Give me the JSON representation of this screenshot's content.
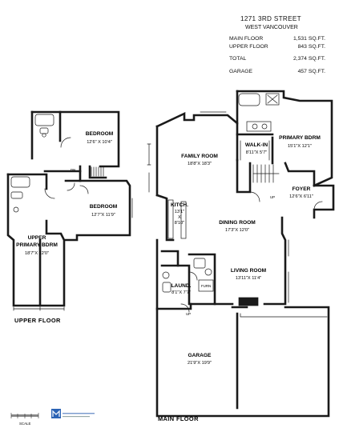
{
  "header": {
    "address": "1271 3RD STREET",
    "city": "WEST VANCOUVER",
    "stats": [
      {
        "label": "MAIN FLOOR",
        "value": "1,531 SQ.FT."
      },
      {
        "label": "UPPER FLOOR",
        "value": "843 SQ.FT."
      },
      {
        "label": "TOTAL",
        "value": "2,374 SQ.FT."
      },
      {
        "label": "GARAGE",
        "value": "457 SQ.FT."
      }
    ]
  },
  "upper_floor": {
    "label": "UPPER FLOOR",
    "rooms": {
      "bedroom1": {
        "name": "BEDROOM",
        "dim": "12'6\" X 10'4\""
      },
      "bedroom2": {
        "name": "BEDROOM",
        "dim": "12'7\"X 11'9\""
      },
      "primary": {
        "name1": "UPPER",
        "name2": "PRIMARY BDRM",
        "dim": "18'7\"X 12'0\""
      }
    },
    "marks": {
      "dn": "DN"
    }
  },
  "main_floor": {
    "label": "MAIN FLOOR",
    "rooms": {
      "family": {
        "name": "FAMILY ROOM",
        "dim": "18'8\"X 18'3\""
      },
      "primary": {
        "name": "PRIMARY BDRM",
        "dim": "15'1\"X 12'1\""
      },
      "walkin": {
        "name": "WALK-IN",
        "dim": "8'11\"X 5'7\""
      },
      "foyer": {
        "name": "FOYER",
        "dim": "12'6\"X 6'11\""
      },
      "kitchen": {
        "name": "KITCH.",
        "dim1": "13'1\"",
        "x": "X",
        "dim2": "8'10\""
      },
      "dining": {
        "name": "DINING ROOM",
        "dim": "17'3\"X 12'0\""
      },
      "living": {
        "name": "LIVING ROOM",
        "dim": "13'11\"X 11'4\""
      },
      "laundry": {
        "name": "LAUND.",
        "dim": "8'1\"X 7'7\""
      },
      "furn": {
        "name": "FURN"
      },
      "garage": {
        "name": "GARAGE",
        "dim": "21'9\"X 19'9\""
      }
    },
    "marks": {
      "up1": "UP",
      "up2": "UP"
    }
  },
  "footer": {
    "scale_label": "SCALE"
  }
}
